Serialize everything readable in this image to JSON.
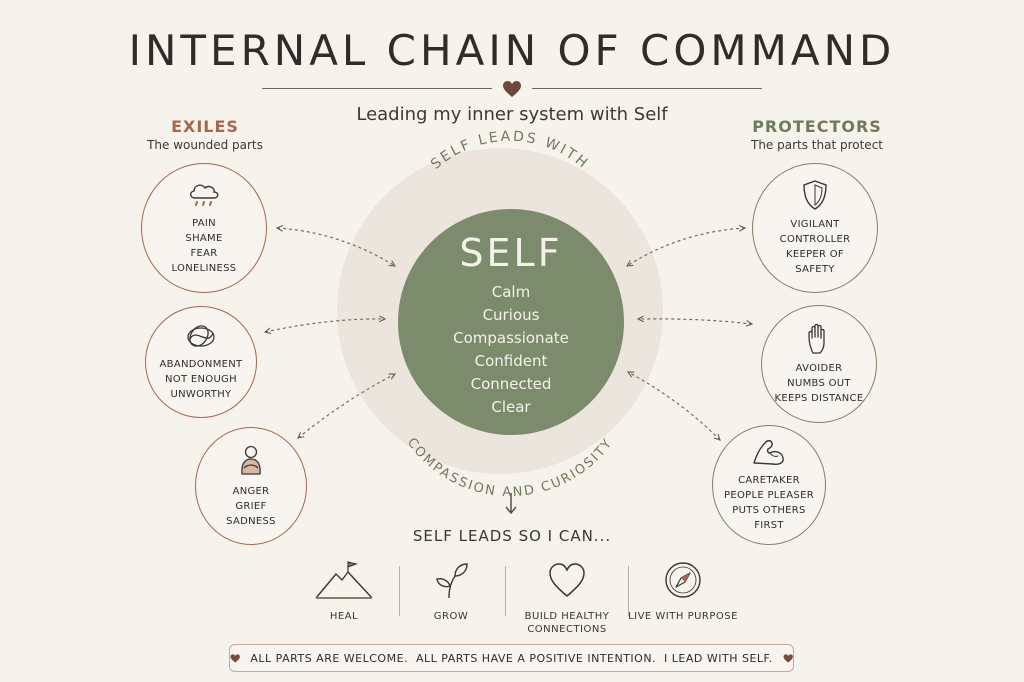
{
  "title": "INTERNAL CHAIN OF COMMAND",
  "subtitle": "Leading my inner system with Self",
  "colors": {
    "exile": "#a8674d",
    "protector": "#7b8569",
    "self": "#7c8b6b",
    "heart": "#7a4a3a"
  },
  "exiles": {
    "title": "EXILES",
    "subtitle": "The wounded parts",
    "parts": [
      {
        "icon": "rain-cloud-icon",
        "lines": [
          "PAIN",
          "SHAME",
          "FEAR",
          "LONELINESS"
        ]
      },
      {
        "icon": "tangled-knot-icon",
        "lines": [
          "ABANDONMENT",
          "NOT ENOUGH",
          "UNWORTHY"
        ]
      },
      {
        "icon": "sitting-child-icon",
        "lines": [
          "ANGER",
          "GRIEF",
          "SADNESS"
        ]
      }
    ]
  },
  "protectors": {
    "title": "PROTECTORS",
    "subtitle": "The parts that protect",
    "parts": [
      {
        "icon": "shield-icon",
        "lines": [
          "VIGILANT",
          "CONTROLLER",
          "KEEPER OF",
          "SAFETY"
        ]
      },
      {
        "icon": "raised-hand-icon",
        "lines": [
          "AVOIDER",
          "NUMBS OUT",
          "KEEPS DISTANCE"
        ]
      },
      {
        "icon": "flexed-arm-icon",
        "lines": [
          "CARETAKER",
          "PEOPLE PLEASER",
          "PUTS OTHERS",
          "FIRST"
        ]
      }
    ]
  },
  "self": {
    "arc_top": "SELF LEADS WITH",
    "arc_bottom": "COMPASSION AND CURIOSITY",
    "title": "SELF",
    "qualities": [
      "Calm",
      "Curious",
      "Compassionate",
      "Confident",
      "Connected",
      "Clear"
    ]
  },
  "leads": {
    "title": "SELF LEADS SO I CAN...",
    "outcomes": [
      {
        "icon": "mountain-flag-icon",
        "label": "HEAL"
      },
      {
        "icon": "sprout-icon",
        "label": "GROW"
      },
      {
        "icon": "heart-outline-icon",
        "label": "BUILD HEALTHY CONNECTIONS"
      },
      {
        "icon": "compass-icon",
        "label": "LIVE WITH PURPOSE"
      }
    ]
  },
  "footer": "ALL PARTS ARE WELCOME.  ALL PARTS HAVE A POSITIVE INTENTION.  I LEAD WITH SELF."
}
